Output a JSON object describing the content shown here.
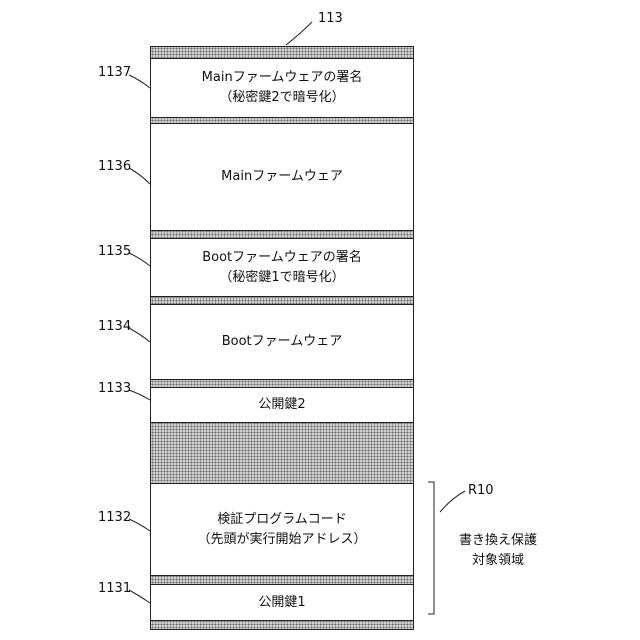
{
  "title_ref": "113",
  "blocks": [
    {
      "ref": "1137",
      "line1": "Mainファームウェアの署名",
      "line2": "（秘密鍵2で暗号化）"
    },
    {
      "ref": "1136",
      "line1": "Mainファームウェア",
      "line2": ""
    },
    {
      "ref": "1135",
      "line1": "Bootファームウェアの署名",
      "line2": "（秘密鍵1で暗号化）"
    },
    {
      "ref": "1134",
      "line1": "Bootファームウェア",
      "line2": ""
    },
    {
      "ref": "1133",
      "line1": "公開鍵2",
      "line2": ""
    },
    {
      "ref": "1132",
      "line1": "検証プログラムコード",
      "line2": "（先頭が実行開始アドレス）"
    },
    {
      "ref": "1131",
      "line1": "公開鍵1",
      "line2": ""
    }
  ],
  "region": {
    "ref": "R10",
    "label_line1": "書き換え保護",
    "label_line2": "対象領域"
  }
}
